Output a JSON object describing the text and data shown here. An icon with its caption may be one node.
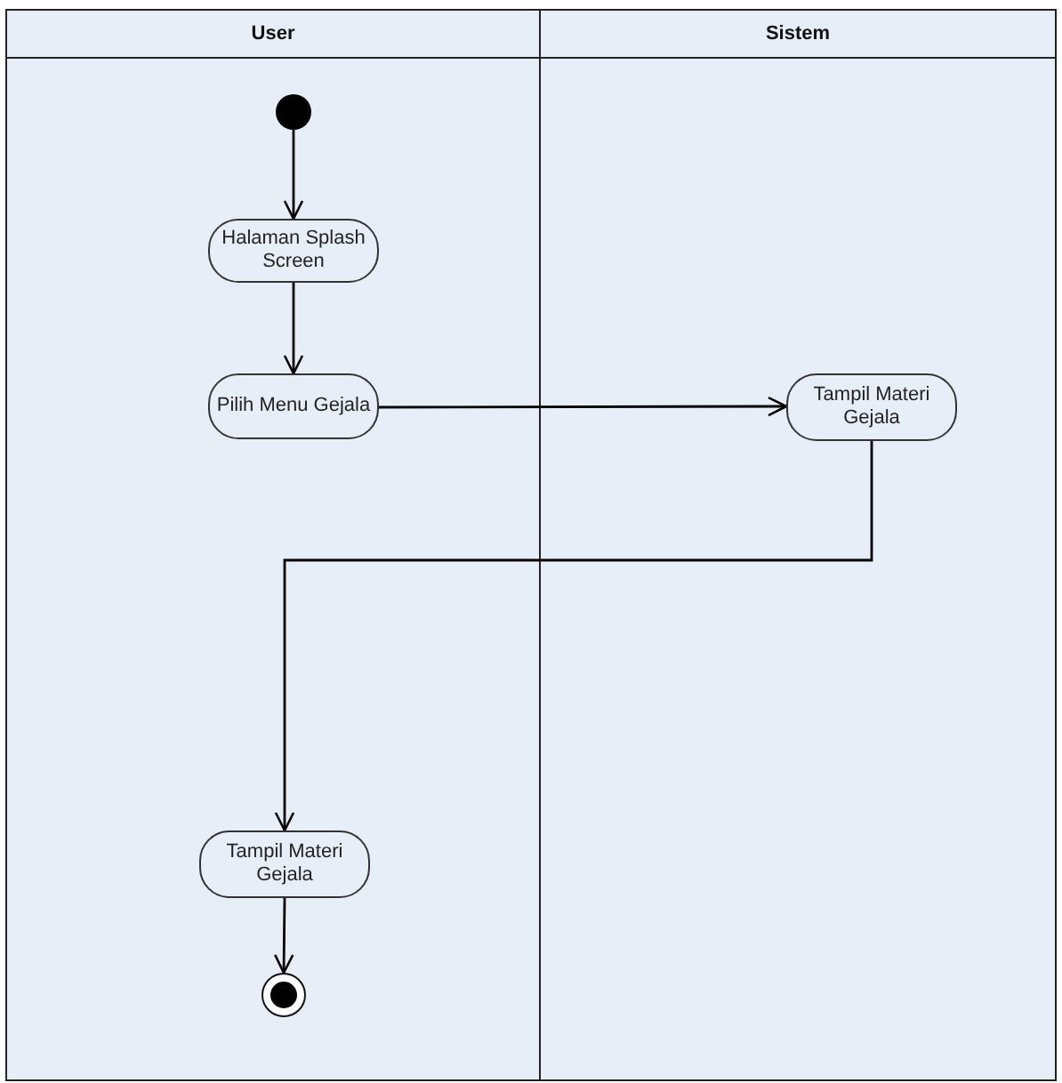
{
  "diagram": {
    "nodes": [
      {
        "text": [
          "User"
        ]
      },
      {
        "text": [
          "Sistem"
        ]
      },
      {
        "text": [],
        "shape": "circle",
        "in": 0
      },
      {
        "text": [
          "Halaman Splash Screen"
        ],
        "in": 0
      },
      {
        "text": [
          "Pilih Menu Gejala"
        ],
        "in": 0
      },
      {
        "text": [
          "Tampil Materi Gejala"
        ],
        "in": 1
      },
      {
        "text": [
          "Tampil Materi Gejala"
        ],
        "in": 0
      },
      {
        "text": [],
        "shape": "circle",
        "in": 0
      }
    ],
    "edges": [
      {
        "from": 2,
        "to": 3,
        "arrow": "to"
      },
      {
        "from": 3,
        "to": 4,
        "arrow": "to"
      },
      {
        "from": 4,
        "to": 5,
        "arrow": "to"
      },
      {
        "from": 5,
        "to": 6,
        "arrow": "to"
      },
      {
        "from": 6,
        "to": 7,
        "arrow": "to"
      }
    ]
  }
}
